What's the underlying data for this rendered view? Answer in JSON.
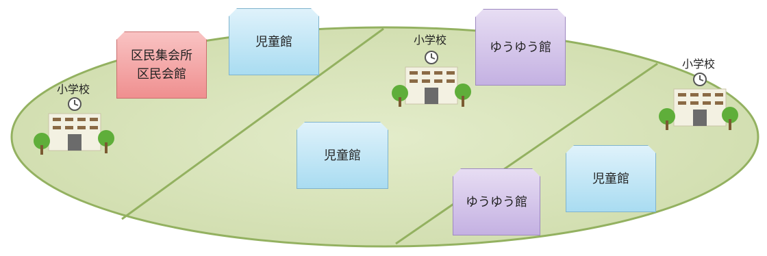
{
  "school_label": "小学校",
  "facilities": {
    "jidokan_top": "児童館",
    "jidokan_center": "児童館",
    "jidokan_right": "児童館",
    "yuyu_top": "ゆうゆう館",
    "yuyu_bottom": "ゆうゆう館",
    "kumin_line1": "区民集会所",
    "kumin_line2": "区民会館"
  },
  "colors": {
    "ground": "#d6e2b8",
    "ground_edge": "#93b160",
    "jidokan": "#a9dcf1",
    "yuyu": "#c4b1e2",
    "kumin": "#ef8f8f"
  }
}
